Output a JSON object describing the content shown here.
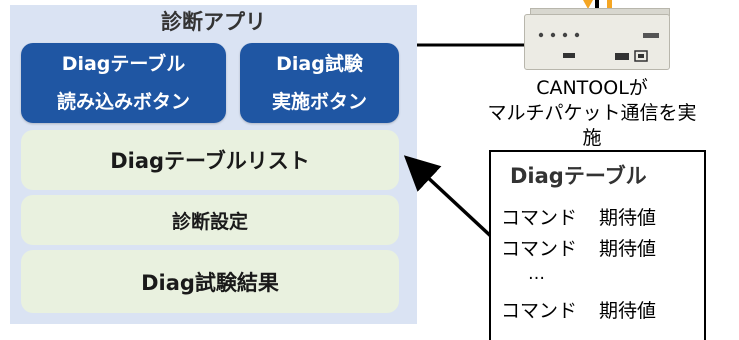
{
  "app": {
    "title": "診断アプリ",
    "buttons": {
      "load": {
        "line1": "Diagテーブル",
        "line2": "読み込みボタン"
      },
      "run": {
        "line1": "Diag試験",
        "line2": "実施ボタン"
      }
    },
    "sections": {
      "table_list": "Diagテーブルリスト",
      "settings": "診断設定",
      "result": "Diag試験結果"
    }
  },
  "tool": {
    "name": "CANTOOLが",
    "description": "マルチパケット通信を実施"
  },
  "diag_table": {
    "title": "Diagテーブル",
    "rows": [
      {
        "command": "コマンド",
        "expected": "期待値"
      },
      {
        "command": "コマンド",
        "expected": "期待値"
      },
      {
        "command": "コマンド",
        "expected": "期待値"
      }
    ],
    "ellipsis": "…"
  },
  "colors": {
    "panel": "#dae3f3",
    "button": "#1f56a3",
    "section": "#e9f1df",
    "signal_arrow": "#f5a623"
  }
}
